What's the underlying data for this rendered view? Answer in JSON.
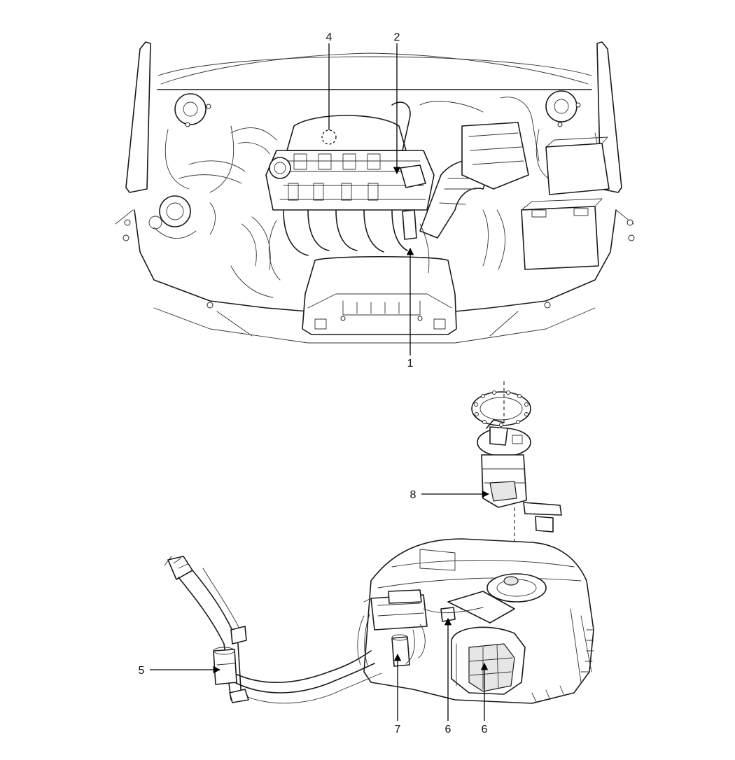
{
  "callouts": {
    "c1": "1",
    "c2": "2",
    "c4": "4",
    "c5": "5",
    "c6a": "6",
    "c6b": "6",
    "c7": "7",
    "c8": "8"
  }
}
